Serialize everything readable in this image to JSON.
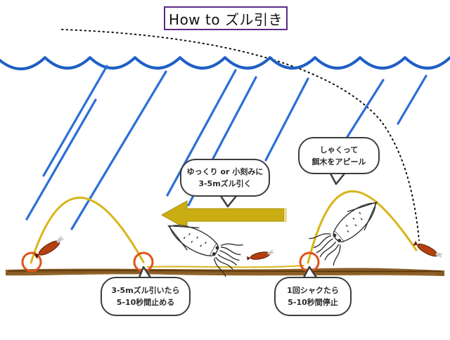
{
  "title": "How to ズル引き",
  "bubbles": {
    "retrieve": {
      "line1": "ゆっくり or 小刻みに",
      "line2": "3-5mズル引く"
    },
    "jerk": {
      "line1": "しゃくって",
      "line2": "餌木をアピール"
    },
    "stop_after_drag": {
      "line1": "3-5mズル引いたら",
      "line2": "5-10秒間止める"
    },
    "stop_after_jerk": {
      "line1": "1回シャクたら",
      "line2": "5-10秒間停止"
    }
  },
  "colors": {
    "wave": "#1f5fc4",
    "rain": "#2b6fd6",
    "arc": "#d8b51a",
    "arrow": "#c9ad12",
    "seabed": "#7a4a10",
    "marker": "#e0531c",
    "bubble_border": "#3d3d3d",
    "title_border": "#5b2a86"
  },
  "icons": [
    "squid-icon",
    "egi-lure-icon"
  ]
}
